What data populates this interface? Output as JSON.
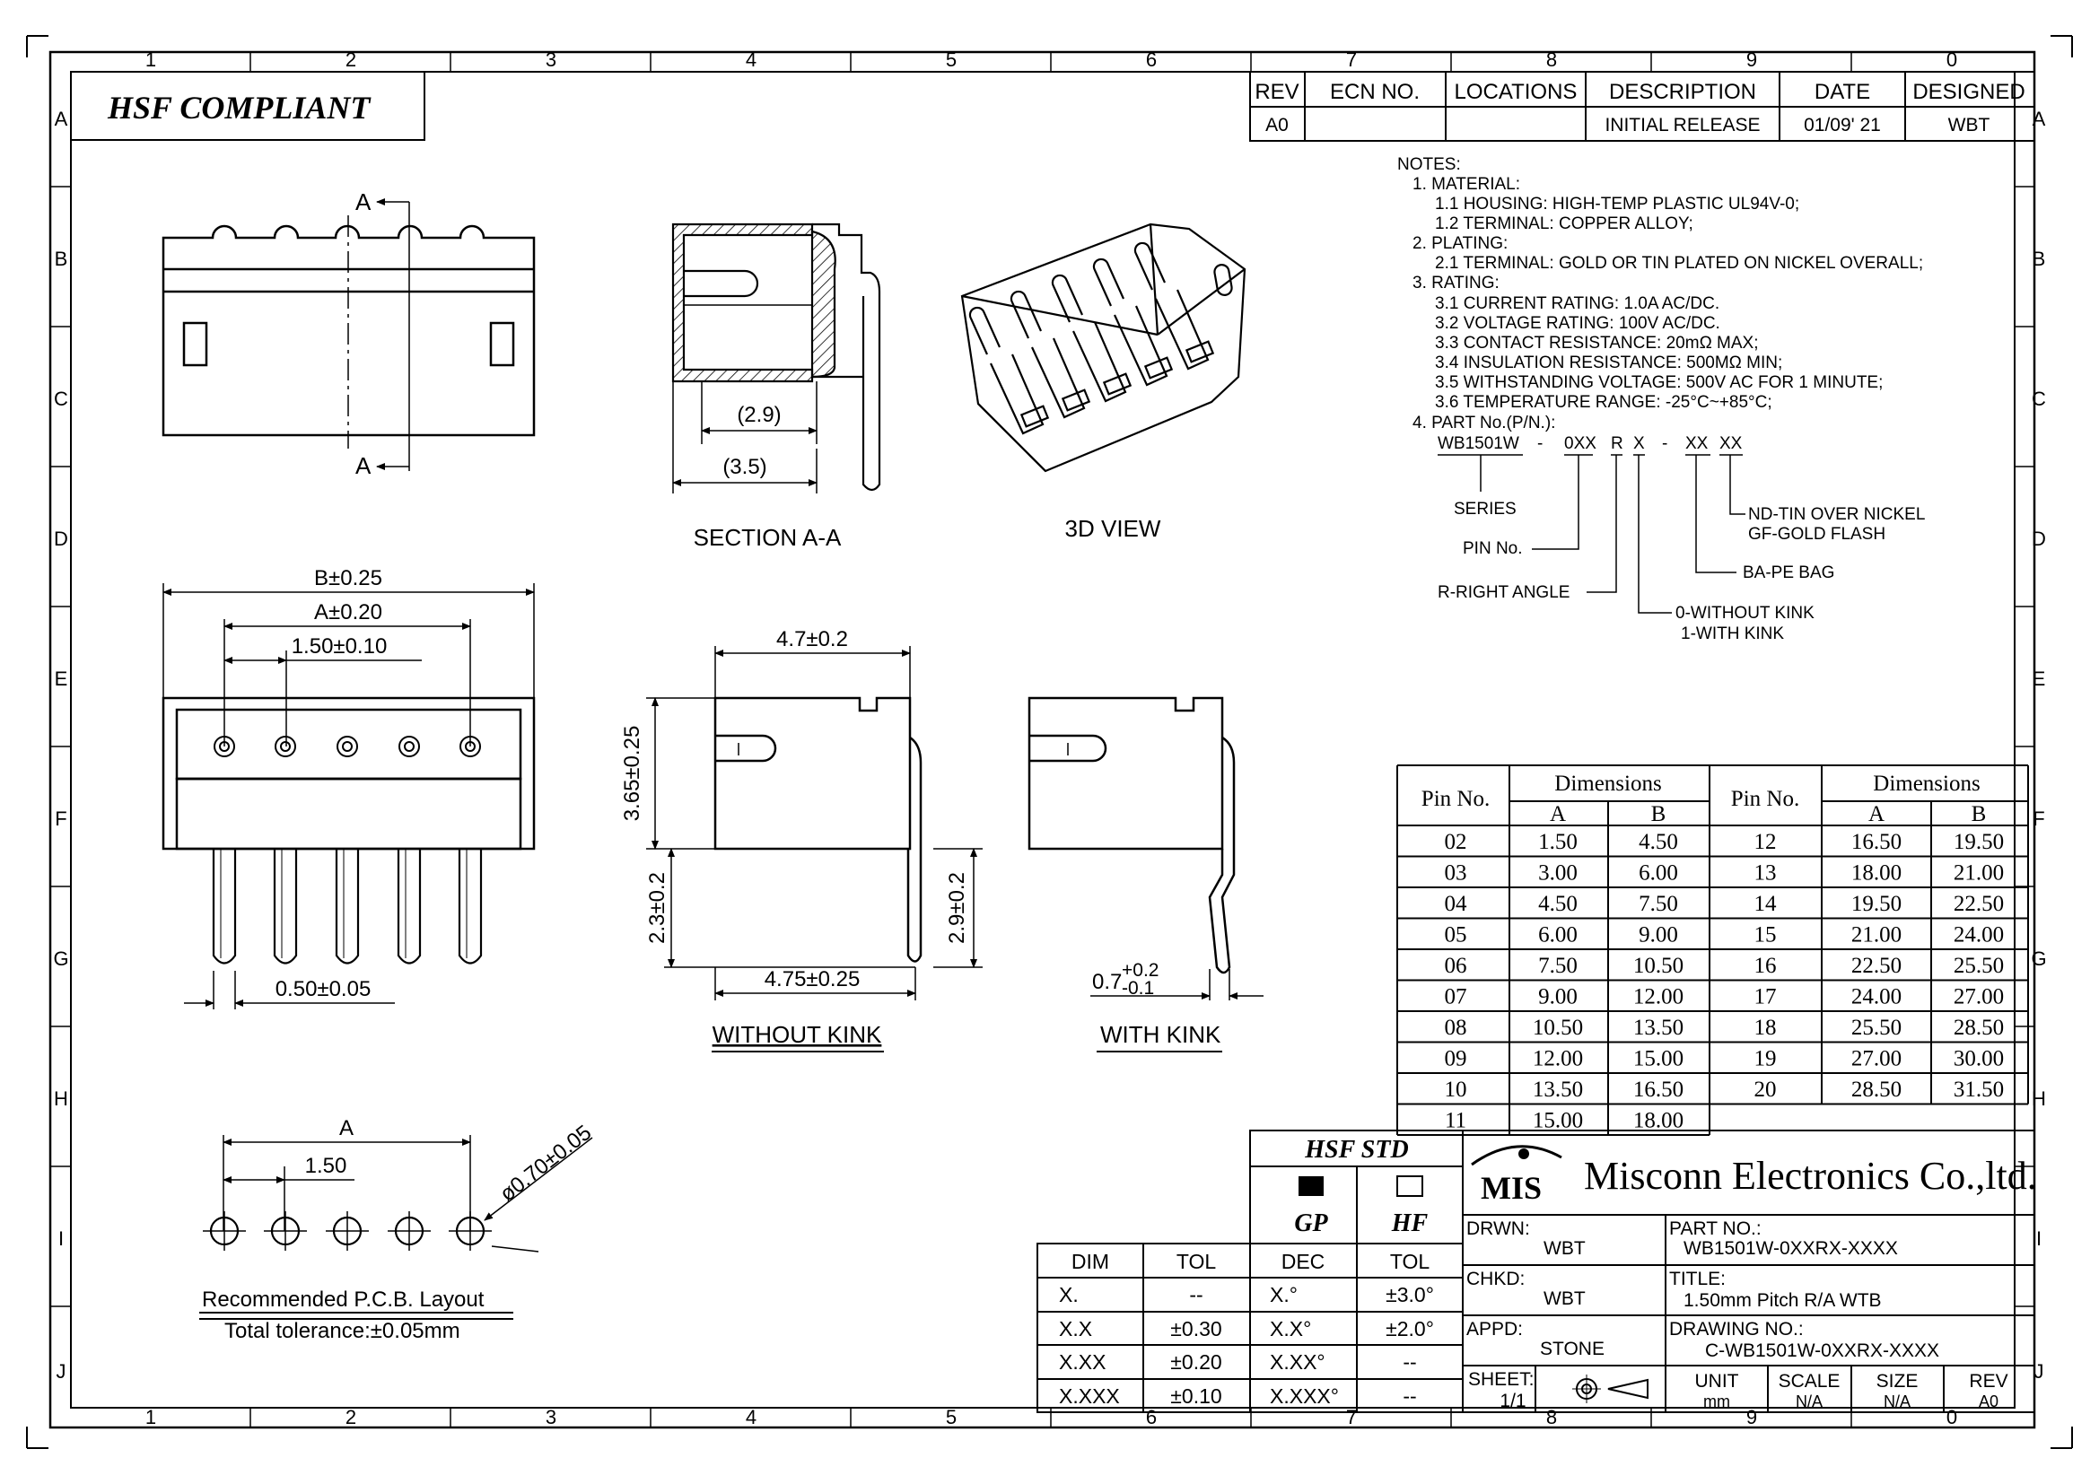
{
  "frame": {
    "col_labels": [
      "1",
      "2",
      "3",
      "4",
      "5",
      "6",
      "7",
      "8",
      "9",
      "0"
    ],
    "row_labels": [
      "A",
      "B",
      "C",
      "D",
      "E",
      "F",
      "G",
      "H",
      "I",
      "J"
    ]
  },
  "compliance_badge": "HSF COMPLIANT",
  "revision_table": {
    "headers": [
      "REV",
      "ECN NO.",
      "LOCATIONS",
      "DESCRIPTION",
      "DATE",
      "DESIGNED"
    ],
    "row": [
      "A0",
      "",
      "",
      "INITIAL RELEASE",
      "01/09' 21",
      "WBT"
    ]
  },
  "notes": [
    "NOTES:",
    "1. MATERIAL:",
    "1.1 HOUSING: HIGH-TEMP PLASTIC UL94V-0;",
    "1.2 TERMINAL: COPPER ALLOY;",
    "2. PLATING:",
    "2.1 TERMINAL: GOLD OR TIN PLATED ON NICKEL OVERALL;",
    "3. RATING:",
    "3.1 CURRENT RATING: 1.0A AC/DC.",
    "3.2 VOLTAGE RATING: 100V AC/DC.",
    "3.3 CONTACT RESISTANCE: 20mΩ MAX;",
    "3.4 INSULATION RESISTANCE: 500MΩ MIN;",
    "3.5 WITHSTANDING VOLTAGE: 500V AC FOR 1 MINUTE;",
    "3.6 TEMPERATURE RANGE: -25°C~+85°C;",
    "4. PART No.(P/N.):"
  ],
  "part_number_code": {
    "segments": [
      "WB1501W",
      "-",
      "0XX",
      "R",
      "X",
      "-",
      "XX",
      "XX"
    ],
    "legend": {
      "series": "SERIES",
      "pin_no": "PIN No.",
      "right_angle": "R-RIGHT ANGLE",
      "kink_0": "0-WITHOUT KINK",
      "kink_1": "1-WITH KINK",
      "packing": "BA-PE BAG",
      "plating_nd": "ND-TIN OVER NICKEL",
      "plating_gf": "GF-GOLD FLASH"
    }
  },
  "view_labels": {
    "section": "SECTION A-A",
    "view_3d": "3D VIEW",
    "without_kink": "WITHOUT KINK",
    "with_kink": "WITH KINK",
    "pcb_layout": "Recommended P.C.B. Layout",
    "pcb_tolerance": "Total tolerance:±0.05mm"
  },
  "dimensions": {
    "section_a": "A",
    "dim_2_9": "(2.9)",
    "dim_3_5": "(3.5)",
    "b": "B±0.25",
    "a": "A±0.20",
    "pitch": "1.50±0.10",
    "pin_width": "0.50±0.05",
    "width_4_7": "4.7±0.2",
    "height_3_65": "3.65±0.25",
    "height_2_3": "2.3±0.2",
    "height_2_9": "2.9±0.2",
    "depth_4_75": "4.75±0.25",
    "kink_base": "0.7",
    "kink_plus": "+0.2",
    "kink_minus": "-0.1",
    "pcb_a": "A",
    "pcb_pitch": "1.50",
    "hole_dia": "ø0.70±0.05"
  },
  "dimension_table": {
    "col_pin": "Pin No.",
    "col_dims": "Dimensions",
    "col_a": "A",
    "col_b": "B",
    "left_rows": [
      [
        "02",
        "1.50",
        "4.50"
      ],
      [
        "03",
        "3.00",
        "6.00"
      ],
      [
        "04",
        "4.50",
        "7.50"
      ],
      [
        "05",
        "6.00",
        "9.00"
      ],
      [
        "06",
        "7.50",
        "10.50"
      ],
      [
        "07",
        "9.00",
        "12.00"
      ],
      [
        "08",
        "10.50",
        "13.50"
      ],
      [
        "09",
        "12.00",
        "15.00"
      ],
      [
        "10",
        "13.50",
        "16.50"
      ],
      [
        "11",
        "15.00",
        "18.00"
      ]
    ],
    "right_rows": [
      [
        "12",
        "16.50",
        "19.50"
      ],
      [
        "13",
        "18.00",
        "21.00"
      ],
      [
        "14",
        "19.50",
        "22.50"
      ],
      [
        "15",
        "21.00",
        "24.00"
      ],
      [
        "16",
        "22.50",
        "25.50"
      ],
      [
        "17",
        "24.00",
        "27.00"
      ],
      [
        "18",
        "25.50",
        "28.50"
      ],
      [
        "19",
        "27.00",
        "30.00"
      ],
      [
        "20",
        "28.50",
        "31.50"
      ]
    ]
  },
  "tolerance_table": {
    "headers": [
      "DIM",
      "TOL"
    ],
    "rows": [
      [
        "X.",
        "--"
      ],
      [
        "X.X",
        "±0.30"
      ],
      [
        "X.XX",
        "±0.20"
      ],
      [
        "X.XXX",
        "±0.10"
      ]
    ]
  },
  "hsf_table": {
    "title": "HSF STD",
    "gp": "GP",
    "hf": "HF",
    "headers": [
      "DEC",
      "TOL"
    ],
    "rows": [
      [
        "X.°",
        "±3.0°"
      ],
      [
        "X.X°",
        "±2.0°"
      ],
      [
        "X.XX°",
        "--"
      ],
      [
        "X.XXX°",
        "--"
      ]
    ]
  },
  "title_block": {
    "logo": "MIS",
    "company": "Misconn Electronics Co.,ltd.",
    "drwn_label": "DRWN:",
    "drwn": "WBT",
    "chkd_label": "CHKD:",
    "chkd": "WBT",
    "appd_label": "APPD:",
    "appd": "STONE",
    "part_no_label": "PART NO.:",
    "part_no": "WB1501W-0XXRX-XXXX",
    "title_label": "TITLE:",
    "title": "1.50mm Pitch R/A WTB",
    "drawing_no_label": "DRAWING NO.:",
    "drawing_no": "C-WB1501W-0XXRX-XXXX",
    "sheet_label": "SHEET:",
    "sheet": "1/1",
    "unit_label": "UNIT",
    "unit": "mm",
    "scale_label": "SCALE",
    "scale": "N/A",
    "size_label": "SIZE",
    "size": "N/A",
    "rev_label": "REV",
    "rev": "A0"
  }
}
